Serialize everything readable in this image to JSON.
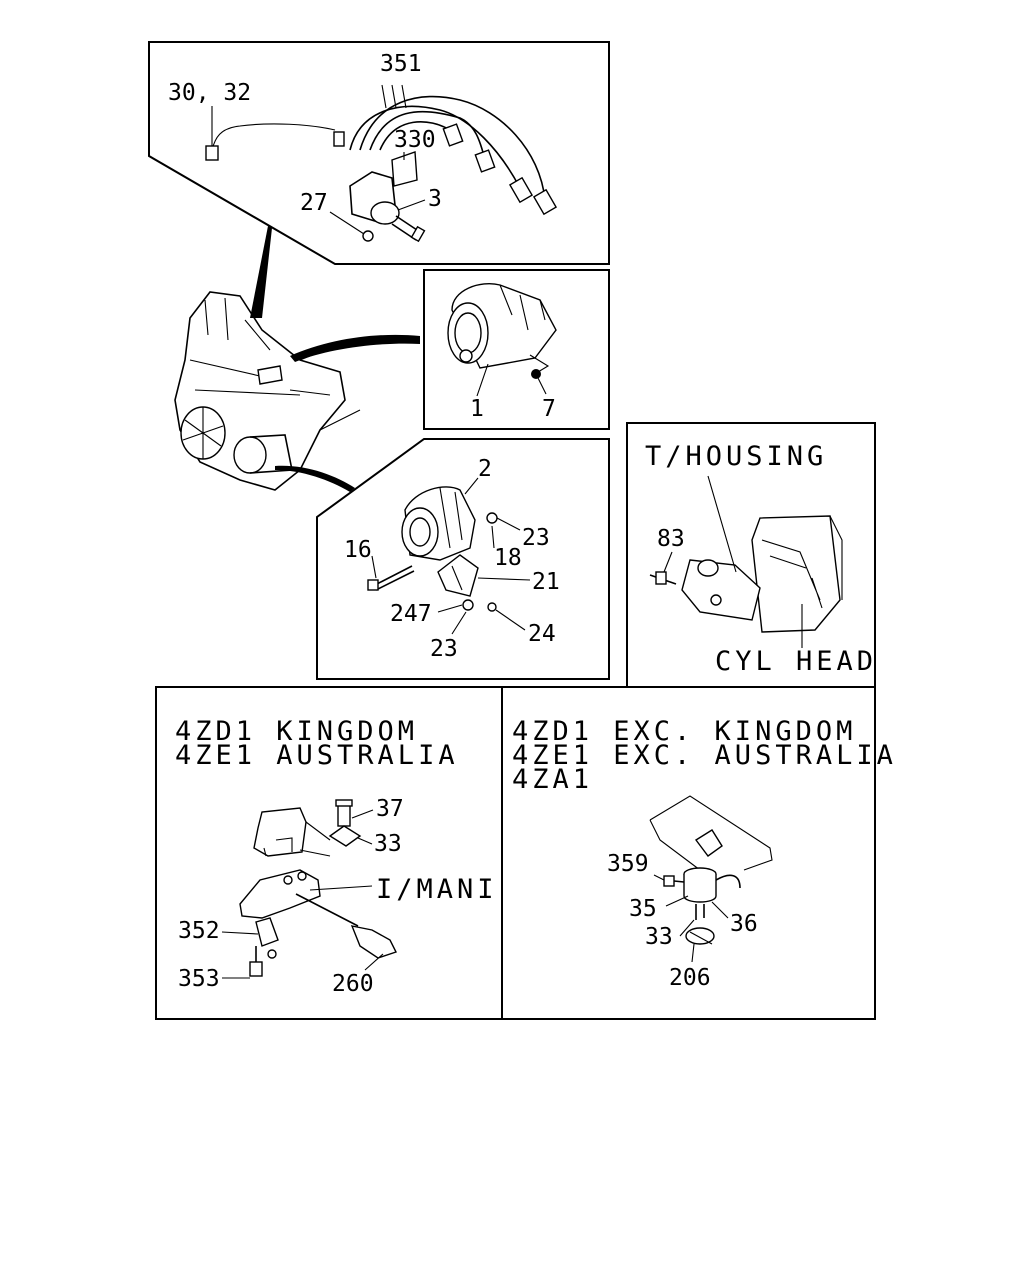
{
  "panels": {
    "ignition": {
      "labels": {
        "wire_plug": "30, 32",
        "cables": "351",
        "cap": "330",
        "distributor": "3",
        "screw": "27"
      }
    },
    "starter": {
      "labels": {
        "starter": "1",
        "nut": "7"
      }
    },
    "alternator": {
      "labels": {
        "alternator": "2",
        "washer_top": "23",
        "nut_top": "18",
        "bolt": "16",
        "bracket": "21",
        "washer_mid": "247",
        "washer_bottom": "23",
        "bolt_bottom": "24"
      }
    },
    "thermo": {
      "title": "T/HOUSING",
      "labels": {
        "sensor": "83",
        "cyl_head": "CYL HEAD"
      }
    },
    "kingdom": {
      "line1": "4ZD1 KINGDOM",
      "line2": "4ZE1 AUSTRALIA",
      "labels": {
        "bolt": "37",
        "washer": "33",
        "manifold": "I/MANI",
        "bracket": "352",
        "bolt_bottom": "353",
        "sensor": "260"
      }
    },
    "exc": {
      "line1": "4ZD1 EXC. KINGDOM",
      "line2": "4ZE1 EXC. AUSTRALIA",
      "line3": "4ZA1",
      "labels": {
        "bolt": "359",
        "valve": "35",
        "hose": "36",
        "washer": "33",
        "clamp": "206"
      }
    }
  }
}
